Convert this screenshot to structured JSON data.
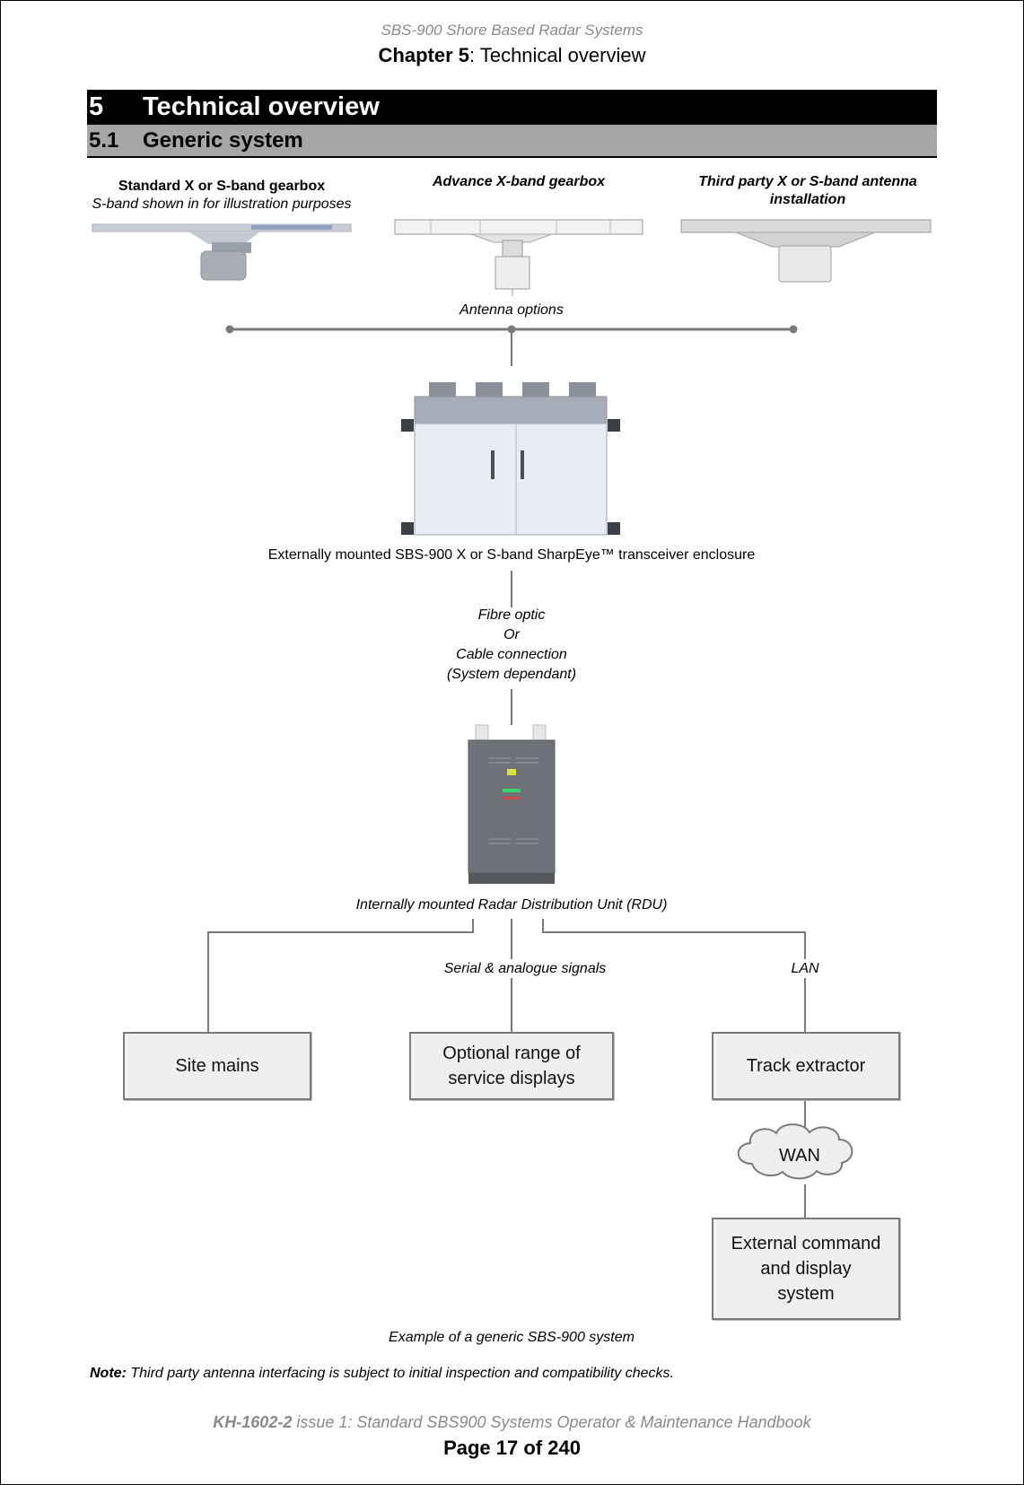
{
  "header": {
    "running_title": "SBS-900 Shore Based Radar Systems",
    "chapter_label": "Chapter 5",
    "chapter_title": ": Technical overview"
  },
  "section": {
    "number": "5",
    "title": "Technical overview"
  },
  "subsection": {
    "number": "5.1",
    "title": "Generic system"
  },
  "antennas": {
    "standard_title": "Standard X or S-band gearbox",
    "standard_note": "S-band shown in for illustration purposes",
    "advance_title": "Advance X-band gearbox",
    "third_party_title_line1": "Third party X or S-band antenna",
    "third_party_title_line2": "installation",
    "options_label": "Antenna options"
  },
  "transceiver": {
    "label": "Externally mounted SBS-900 X or S-band SharpEye™ transceiver enclosure"
  },
  "connection": {
    "line1": "Fibre optic",
    "line2": "Or",
    "line3": "Cable connection",
    "line4": "(System dependant)"
  },
  "rdu": {
    "label": "Internally mounted Radar Distribution Unit (RDU)"
  },
  "links": {
    "serial": "Serial & analogue signals",
    "lan": "LAN"
  },
  "boxes": {
    "site_mains": "Site mains",
    "service_displays_line1": "Optional range of",
    "service_displays_line2": "service displays",
    "track_extractor": "Track extractor",
    "wan": "WAN",
    "external_line1": "External command",
    "external_line2": "and display",
    "external_line3": "system"
  },
  "figure_caption": "Example of a generic SBS-900 system",
  "note": {
    "label": "Note:",
    "text": " Third party antenna interfacing is subject to initial inspection and compatibility checks."
  },
  "footer": {
    "doc_id": "KH-1602-2",
    "doc_desc": " issue 1: Standard SBS900 Systems Operator & Maintenance Handbook",
    "page": "Page 17 of 240"
  },
  "colors": {
    "heading1_bg": "#000000",
    "heading2_bg": "#a6a6a6",
    "box_fill": "#efefef",
    "line_color": "#7a7a7a",
    "running_text": "#8a8a8a"
  }
}
